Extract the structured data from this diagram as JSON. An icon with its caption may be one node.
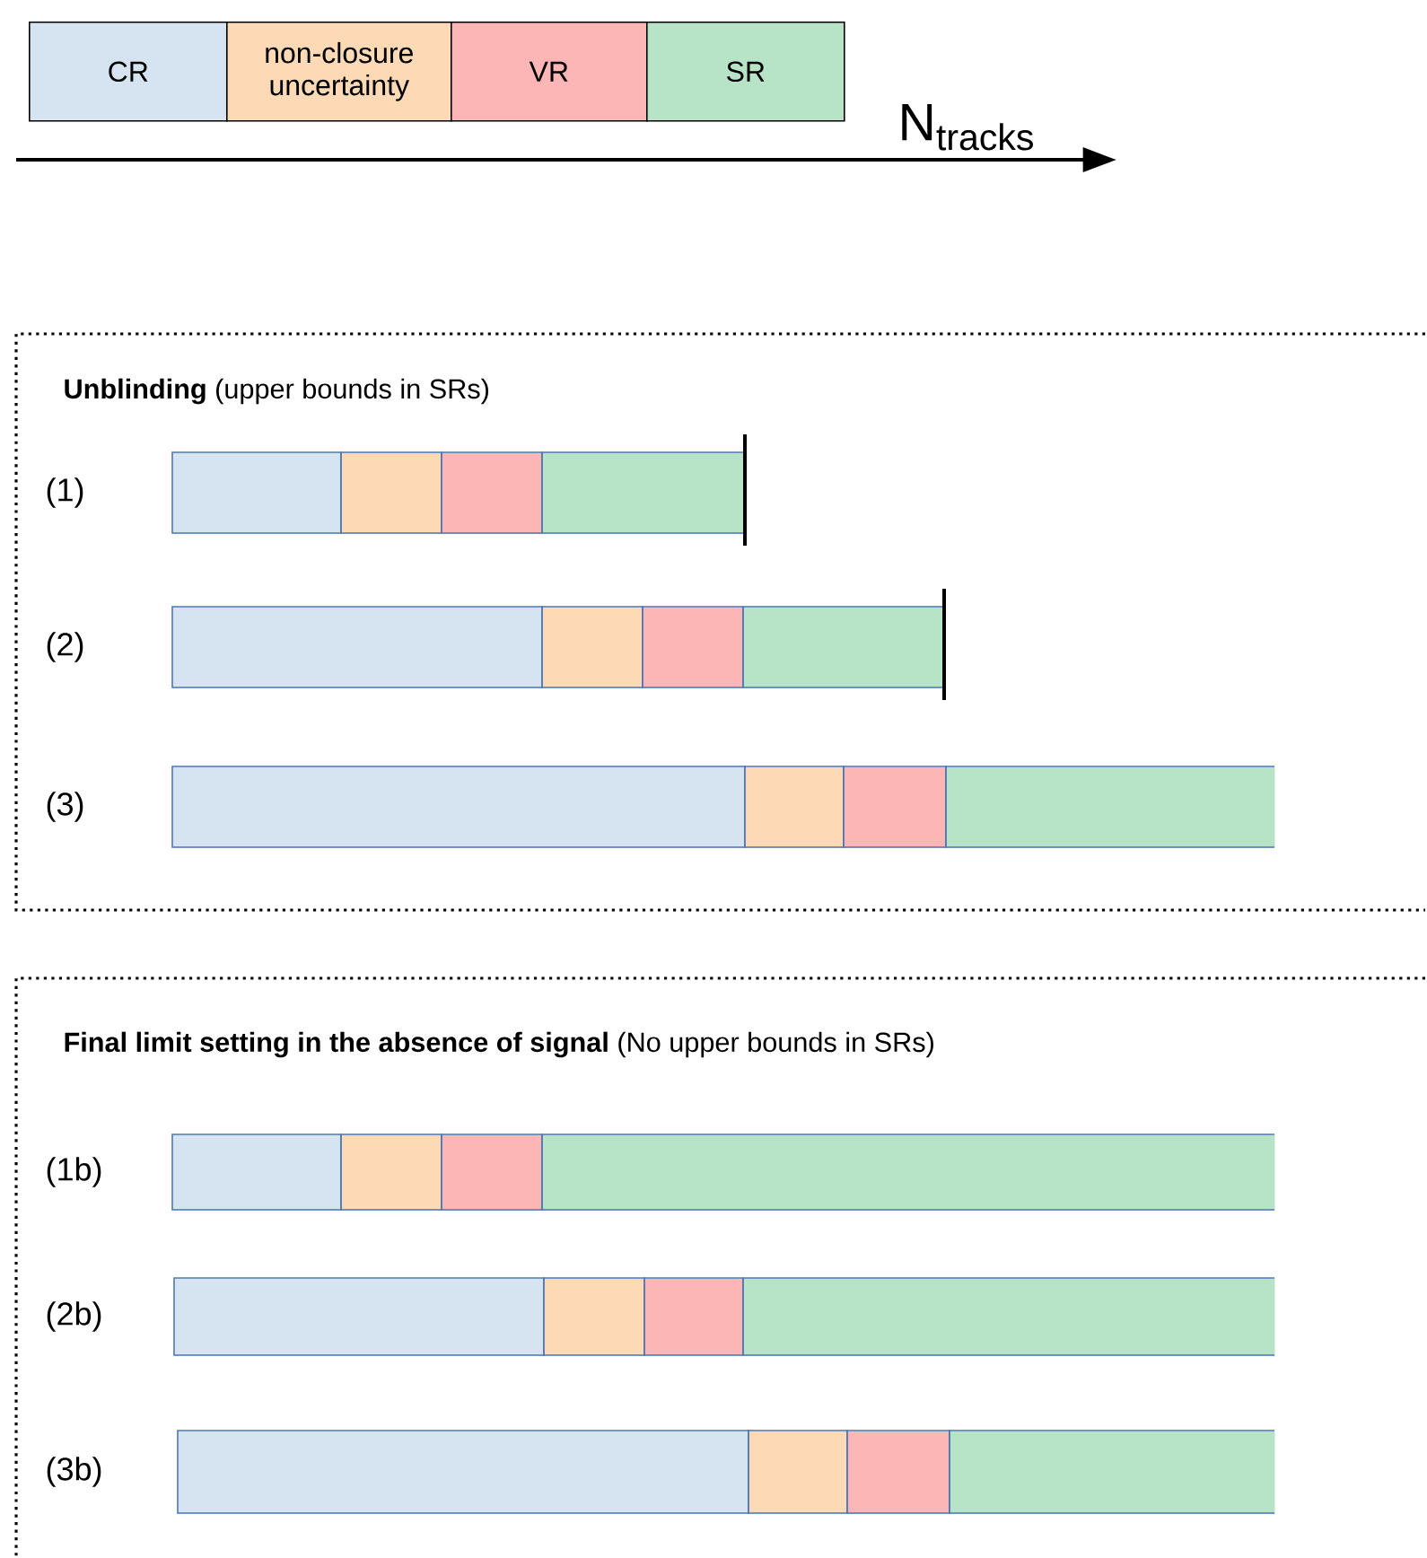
{
  "diagram": {
    "nodes": [
      {
        "text": [
          "CR"
        ]
      },
      {
        "text": [
          "non-closure uncertainty"
        ]
      },
      {
        "text": [
          "VR"
        ]
      },
      {
        "text": [
          "SR"
        ]
      },
      {
        "text": [
          "**Unblinding** (upper bounds in SRs)"
        ]
      },
      {
        "text": [],
        "shape": "box",
        "in": 4
      },
      {
        "text": [],
        "shape": "box",
        "in": 4
      },
      {
        "text": [],
        "shape": "box",
        "in": 4
      },
      {
        "text": [],
        "shape": "box",
        "in": 4
      },
      {
        "text": [],
        "shape": "box",
        "in": 4
      },
      {
        "text": [],
        "shape": "box",
        "in": 4
      },
      {
        "text": [],
        "shape": "box",
        "in": 4
      },
      {
        "text": [],
        "shape": "box",
        "in": 4
      },
      {
        "text": [],
        "shape": "box",
        "in": 4
      },
      {
        "text": [],
        "shape": "box",
        "in": 4
      },
      {
        "text": [],
        "shape": "box",
        "in": 4
      },
      {
        "text": [],
        "shape": "box",
        "in": 4
      },
      {
        "text": [
          "**Final limit setting in the absence of signal** (No upper bounds in SRs)"
        ]
      },
      {
        "text": [],
        "shape": "box",
        "in": 17
      },
      {
        "text": [],
        "shape": "box",
        "in": 17
      },
      {
        "text": [],
        "shape": "box",
        "in": 17
      },
      {
        "text": [],
        "shape": "box",
        "in": 17
      },
      {
        "text": [],
        "shape": "box",
        "in": 17
      },
      {
        "text": [],
        "shape": "box",
        "in": 17
      },
      {
        "text": [],
        "shape": "box",
        "in": 17
      },
      {
        "text": [],
        "shape": "box",
        "in": 17
      },
      {
        "text": [],
        "shape": "box",
        "in": 17
      },
      {
        "text": [],
        "shape": "box",
        "in": 17
      },
      {
        "text": [],
        "shape": "box",
        "in": 17
      },
      {
        "text": [],
        "shape": "box",
        "in": 17
      }
    ],
    "labels": [
      "N$_{tracks}$",
      "(1)",
      "(2)",
      "(3)",
      "(1b)",
      "(2b)",
      "(3b)"
    ]
  }
}
